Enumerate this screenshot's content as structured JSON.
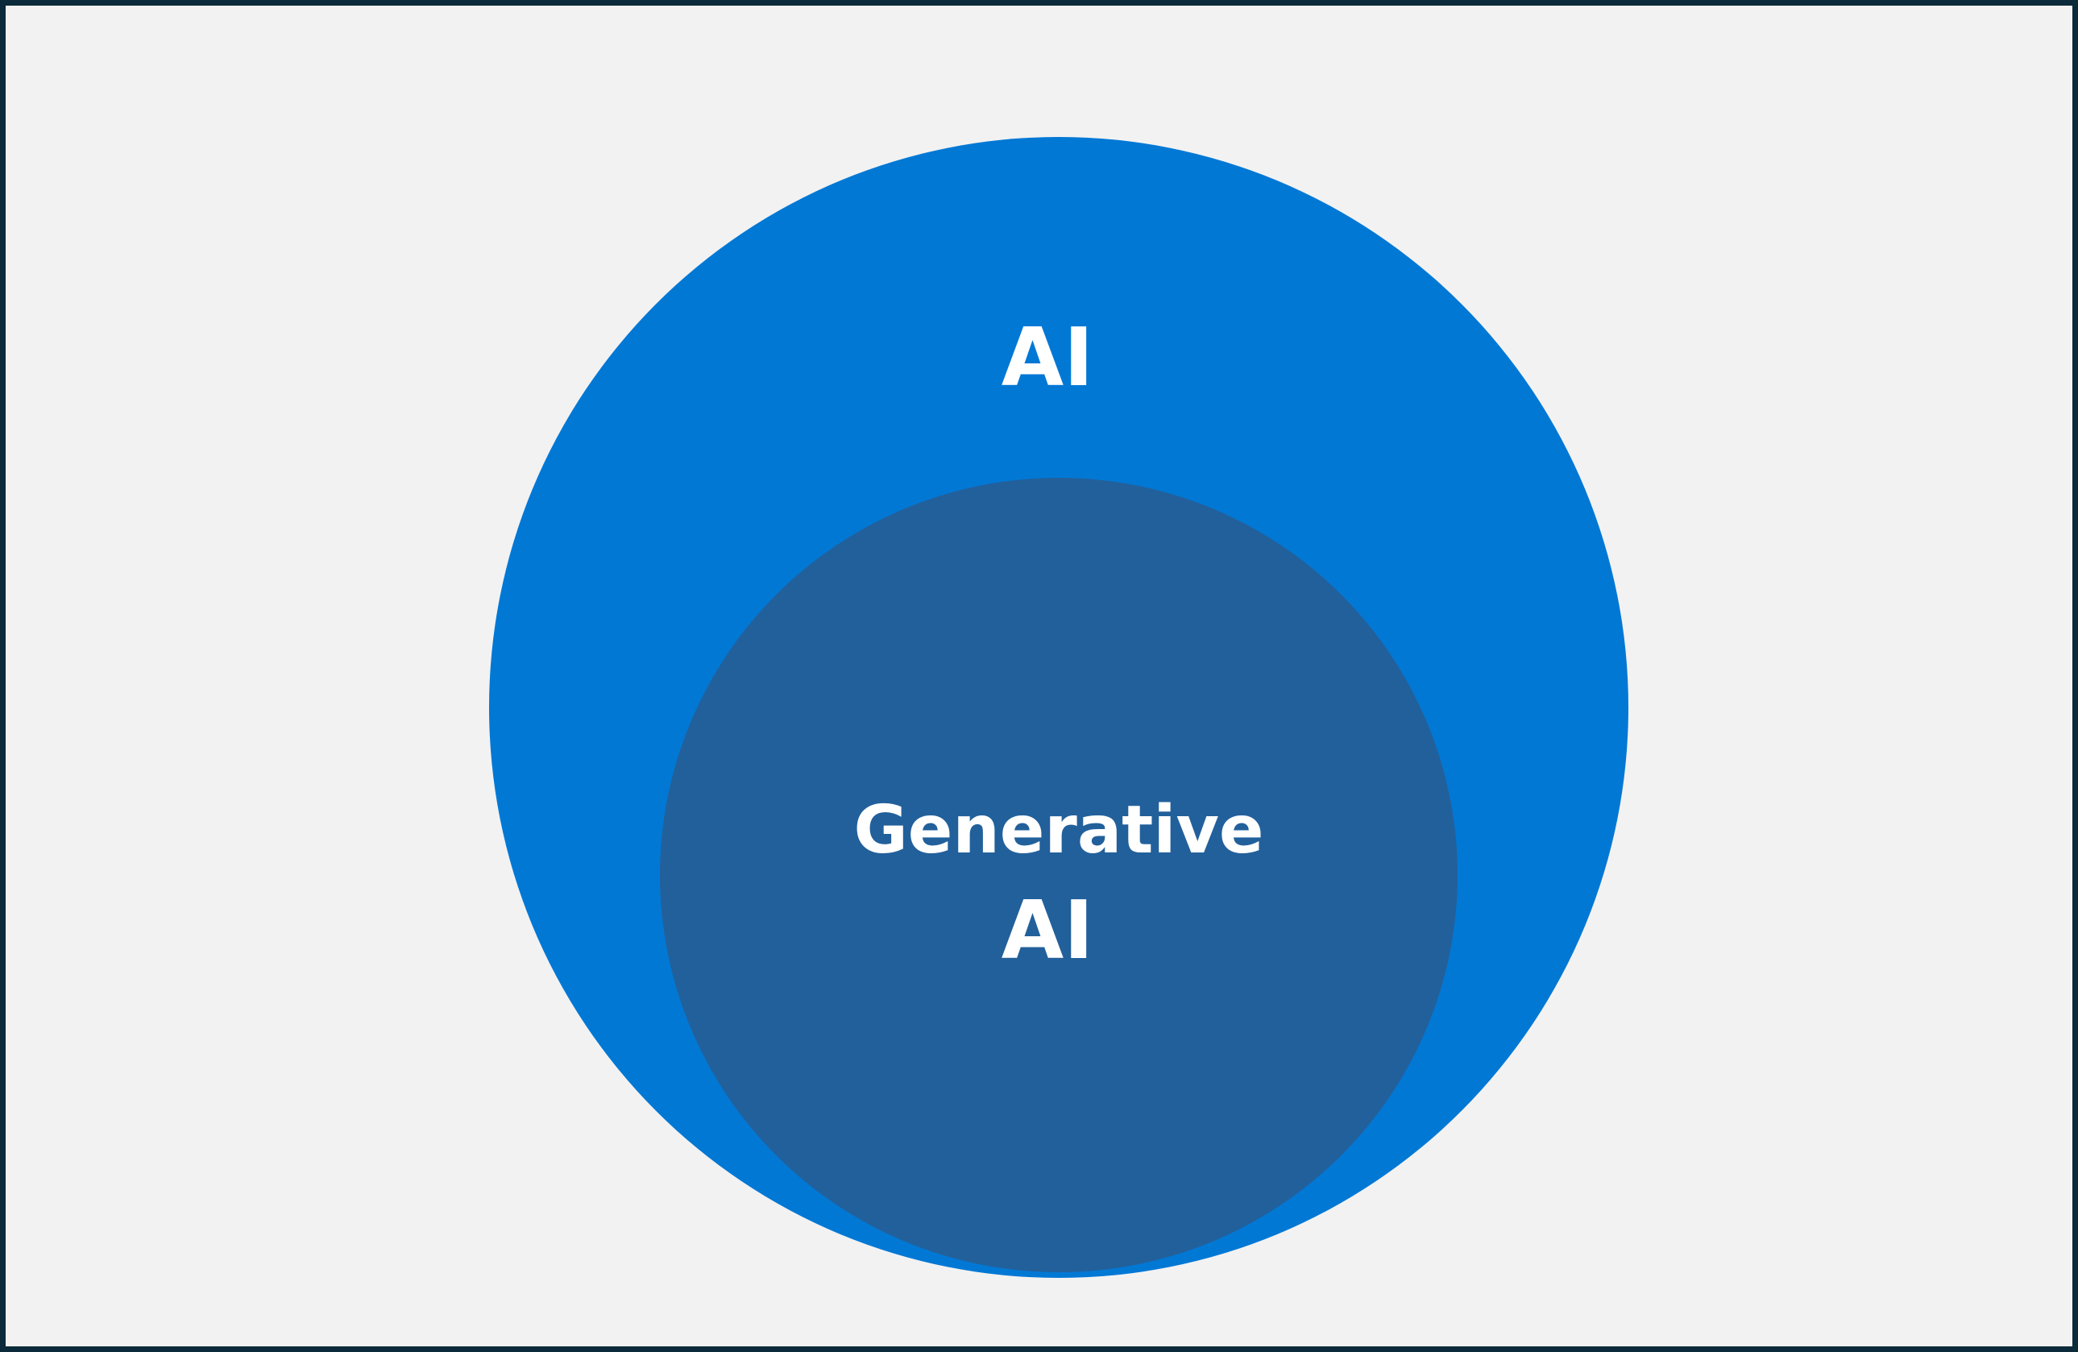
{
  "diagram": {
    "outer": {
      "label": "AI",
      "color": "#0278d5"
    },
    "inner": {
      "label_line1": "Generative",
      "label_line2": "AI",
      "color": "#22609b"
    },
    "background_color": "#f2f2f2",
    "border_color": "#0b2a3a"
  }
}
